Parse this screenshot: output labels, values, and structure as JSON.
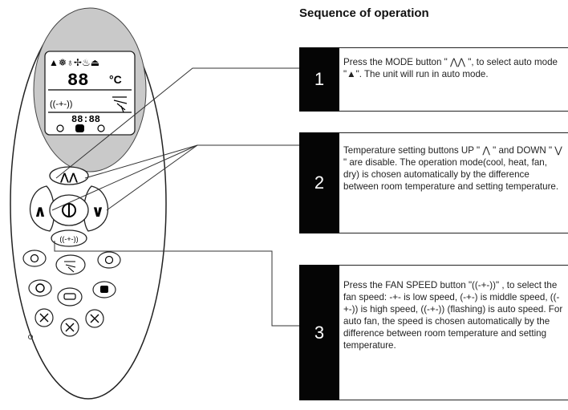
{
  "title": "Sequence of operation",
  "steps": [
    {
      "number": "1",
      "text": "Press the MODE button \" ⋀⋀ \", to select auto mode \"▲\". The unit will run in auto mode."
    },
    {
      "number": "2",
      "text": "Temperature setting buttons UP \" ⋀ \" and DOWN \" ⋁ \" are disable. The operation mode(cool, heat, fan, dry) is chosen automatically by the difference between room temperature and setting temperature."
    },
    {
      "number": "3",
      "text": "Press the FAN SPEED button \"((-+-))\" , to select the fan speed: -+- is low speed, (-+-) is middle speed, ((-+-)) is high speed, ((-+-)) (flashing) is auto speed. For auto fan, the speed is chosen automatically by the difference between room temperature and setting temperature."
    }
  ],
  "remote": {
    "display": {
      "mode_icons": "▲❅♁✢♨⏏",
      "temperature": "88",
      "unit": "°C",
      "fan_symbol": "((-+-))",
      "time": "88:88"
    },
    "buttons": {
      "mode": "⋀⋀",
      "up": "∧",
      "down": "∨",
      "power": "⏻",
      "fan": "((-+-))"
    }
  }
}
